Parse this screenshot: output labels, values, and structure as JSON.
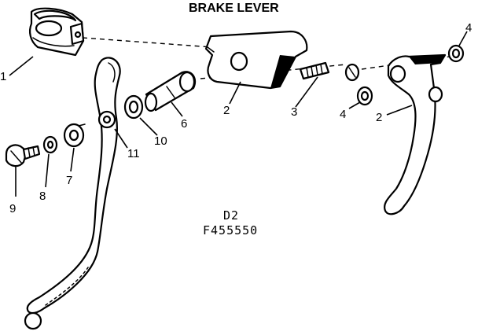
{
  "diagram": {
    "title": "BRAKE LEVER",
    "section_code": "D2",
    "part_number": "F455550",
    "callouts": {
      "c1": "1",
      "c2a": "2",
      "c2b": "2",
      "c3": "3",
      "c4a": "4",
      "c4b": "4",
      "c6": "6",
      "c7": "7",
      "c8": "8",
      "c9": "9",
      "c10": "10",
      "c11": "11"
    }
  }
}
